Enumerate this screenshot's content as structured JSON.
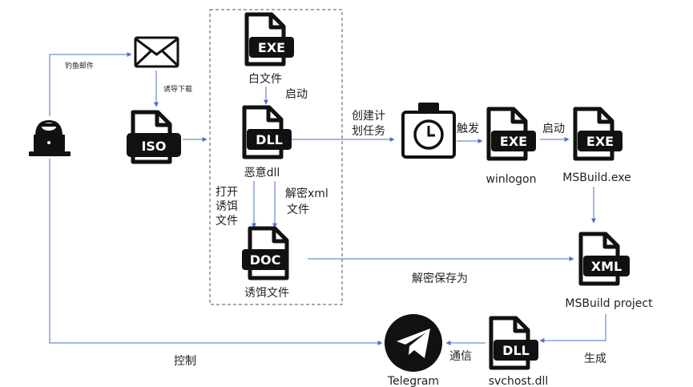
{
  "labels": {
    "phishing_email": "钓鱼邮件",
    "induce_download": "诱导下载",
    "white_file": "白文件",
    "launch1": "启动",
    "malicious_dll": "恶意dll",
    "open_bait_l1": "打开",
    "open_bait_l2": "诱饵",
    "open_bait_l3": "文件",
    "decrypt_xml_l1": "解密xml",
    "decrypt_xml_l2": "文件",
    "bait_file": "诱饵文件",
    "create_task_l1": "创建计",
    "create_task_l2": "划任务",
    "trigger": "触发",
    "winlogon": "winlogon",
    "launch2": "启动",
    "msbuild_exe": "MSBuild.exe",
    "decrypt_save": "解密保存为",
    "msbuild_project": "MSBuild project",
    "generate": "生成",
    "svchost": "svchost.dll",
    "communicate": "通信",
    "telegram": "Telegram",
    "control": "控制"
  },
  "badges": {
    "exe": "EXE",
    "dll": "DLL",
    "iso": "ISO",
    "doc": "DOC",
    "xml": "XML"
  },
  "colors": {
    "arrow": "#4a72c4",
    "icon": "#111111",
    "dashed_box": "#555555"
  }
}
